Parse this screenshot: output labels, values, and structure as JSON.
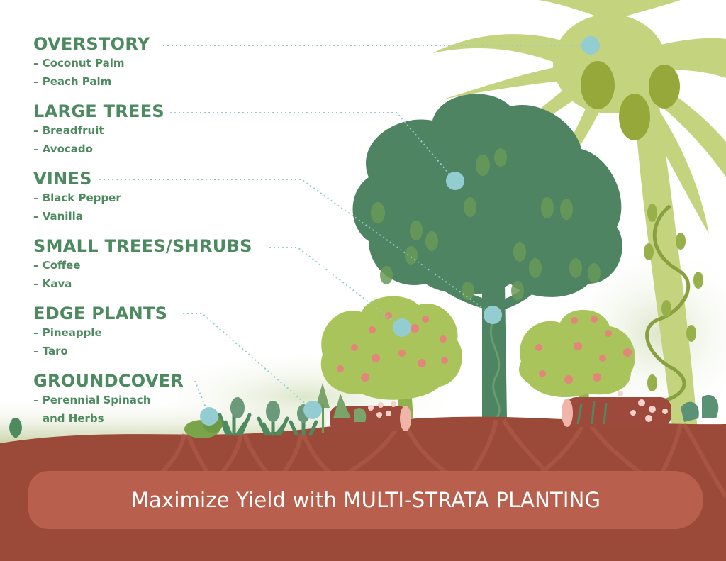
{
  "title": "Maximize Yield with MULTI-STRATA PLANTING",
  "colors": {
    "label_green": "#4e8a5f",
    "marker_blue": "#93cdd1",
    "palm_light": "#c4d47e",
    "coconut": "#97a83a",
    "canopy_dark": "#4f8462",
    "shrub_light": "#a9c45a",
    "fruit_pink": "#e4857b",
    "soil": "#9b4a3a",
    "banner": "#b8604d",
    "banner_text": "#ffffff"
  },
  "layers": [
    {
      "name": "OVERSTORY",
      "items": [
        "– Coconut Palm",
        "– Peach Palm"
      ]
    },
    {
      "name": "LARGE TREES",
      "items": [
        "– Breadfruit",
        "– Avocado"
      ]
    },
    {
      "name": "VINES",
      "items": [
        "– Black Pepper",
        "– Vanilla"
      ]
    },
    {
      "name": "SMALL TREES/SHRUBS",
      "items": [
        "– Coffee",
        "– Kava"
      ]
    },
    {
      "name": "EDGE PLANTS",
      "items": [
        "– Pineapple",
        "– Taro"
      ]
    },
    {
      "name": "GROUNDCOVER",
      "items": [
        "– Perennial Spinach",
        "and Herbs"
      ]
    }
  ],
  "icons": {
    "coconut_palm": "coconut-palm-icon",
    "large_tree": "breadfruit-tree-icon",
    "vine": "vine-icon",
    "shrub": "fruit-shrub-icon",
    "pineapple": "pineapple-icon",
    "taro": "taro-leaf-icon",
    "log": "log-with-mushrooms-icon",
    "roots": "roots-icon",
    "marker": "marker-dot-icon"
  }
}
